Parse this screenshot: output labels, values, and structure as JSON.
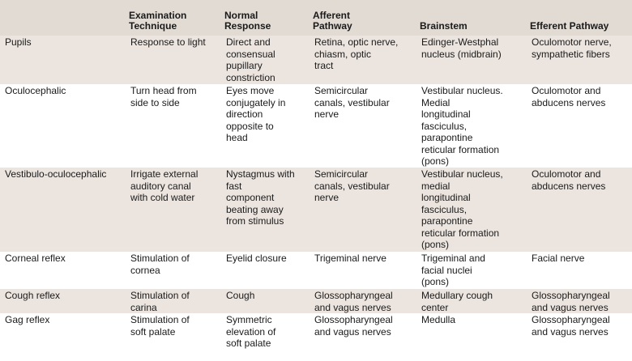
{
  "headers": [
    "",
    "Examination\nTechnique",
    "Normal\nResponse",
    "Afferent\nPathway",
    "Brainstem",
    "Efferent Pathway"
  ],
  "rows": [
    {
      "test": "Pupils",
      "technique": "Response to light",
      "response": "Direct and\n  consensual\n  pupillary\n  constriction",
      "afferent": "Retina, optic nerve,\n  chiasm, optic\n  tract",
      "brainstem": "Edinger-Westphal\n  nucleus (midbrain)",
      "efferent": "Oculomotor nerve,\n  sympathetic fibers"
    },
    {
      "test": "Oculocephalic",
      "technique": "Turn head from\n  side to side",
      "response": "Eyes move\n  conjugately in\n  direction\n  opposite to\n  head",
      "afferent": "Semicircular\n  canals, vestibular\n  nerve",
      "brainstem": "Vestibular nucleus.\n  Medial\n  longitudinal\n  fasciculus,\n  parapontine\n  reticular formation\n  (pons)",
      "efferent": "Oculomotor and\n  abducens nerves"
    },
    {
      "test": "Vestibulo-oculocephalic",
      "technique": "Irrigate external\n  auditory canal\n  with cold water",
      "response": "Nystagmus with\n  fast\n  component\n  beating away\n  from stimulus",
      "afferent": "Semicircular\n  canals, vestibular\n  nerve",
      "brainstem": "Vestibular nucleus,\n  medial\n  longitudinal\n  fasciculus,\n  parapontine\n  reticular formation\n  (pons)",
      "efferent": "Oculomotor and\n  abducens nerves"
    },
    {
      "test": "Corneal reflex",
      "technique": "Stimulation of\n  cornea",
      "response": "Eyelid closure",
      "afferent": "Trigeminal nerve",
      "brainstem": "Trigeminal and\n  facial nuclei\n  (pons)",
      "efferent": "Facial nerve"
    },
    {
      "test": "Cough reflex",
      "technique": "Stimulation of\n  carina",
      "response": "Cough",
      "afferent": "Glossopharyngeal\n  and vagus nerves",
      "brainstem": "Medullary cough\n  center",
      "efferent": "Glossopharyngeal\n  and vagus nerves"
    },
    {
      "test": "Gag reflex",
      "technique": "Stimulation of\n  soft palate",
      "response": "Symmetric\n  elevation of\n  soft palate",
      "afferent": "Glossopharyngeal\n  and vagus nerves",
      "brainstem": "Medulla",
      "efferent": "Glossopharyngeal\n  and vagus nerves"
    }
  ]
}
